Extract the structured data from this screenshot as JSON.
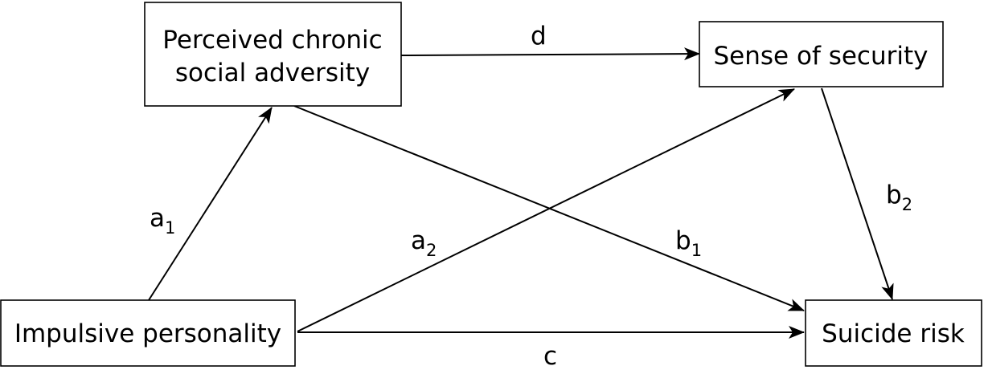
{
  "nodes": {
    "perceived_adversity": {
      "line1": "Perceived chronic",
      "line2": "social adversity"
    },
    "sense_of_security": {
      "label": "Sense of security"
    },
    "impulsive_personality": {
      "label": "Impulsive personality"
    },
    "suicide_risk": {
      "label": "Suicide risk"
    }
  },
  "paths": {
    "d": {
      "label": "d",
      "sub": ""
    },
    "a1": {
      "label": "a",
      "sub": "1"
    },
    "a2": {
      "label": "a",
      "sub": "2"
    },
    "b1": {
      "label": "b",
      "sub": "1"
    },
    "b2": {
      "label": "b",
      "sub": "2"
    },
    "c": {
      "label": "c",
      "sub": ""
    }
  },
  "colors": {
    "stroke": "#000000",
    "background": "#ffffff"
  }
}
